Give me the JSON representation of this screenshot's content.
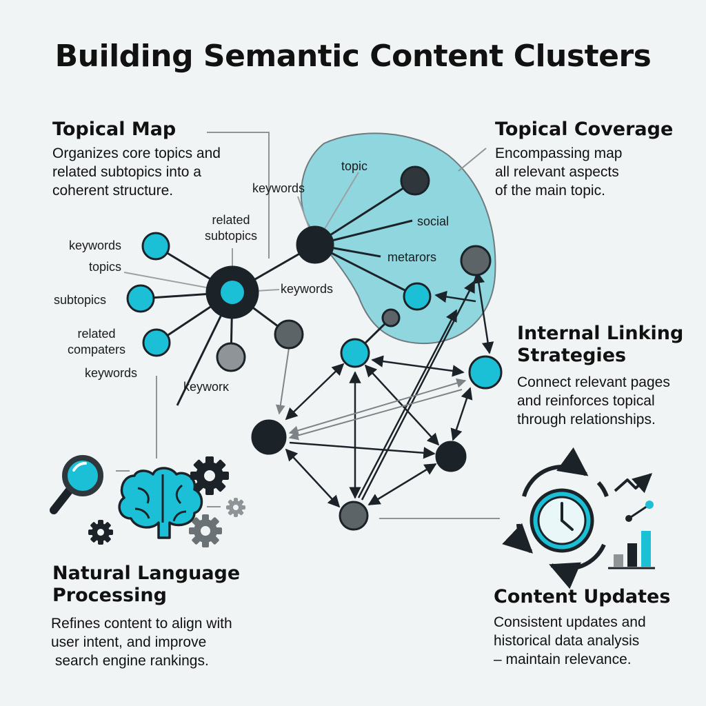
{
  "title": "Building Semantic Content Clusters",
  "sections": {
    "topical_map": {
      "heading": "Topical Map",
      "lines": [
        "Organizes core topics and",
        "related subtopics into a",
        "coherent structure."
      ]
    },
    "topical_coverage": {
      "heading": "Topical Coverage",
      "lines": [
        "Encompassing map",
        "all relevant aspects",
        "of the main topic."
      ]
    },
    "internal_linking": {
      "heading_lines": [
        "Internal Linking",
        "Strategies"
      ],
      "lines": [
        "Connect relevant pages",
        "and reinforces topical",
        "through relationships."
      ]
    },
    "nlp": {
      "heading_lines": [
        "Natural Language",
        "Processing"
      ],
      "lines": [
        "Refines content to align with",
        "user intent, and improve",
        " search engine rankings."
      ]
    },
    "content_updates": {
      "heading": "Content Updates",
      "lines": [
        "Consistent updates and",
        "historical data analysis",
        "– maintain relevance."
      ]
    }
  },
  "node_labels": {
    "keywords_left": "keywords",
    "topics": "topics",
    "subtopics": "subtopics",
    "related_compaters": [
      "related",
      "compaters"
    ],
    "keywords_bottom": "keywords",
    "related_subtopics": [
      "related",
      "subtopics"
    ],
    "keywords_center": "keywords",
    "keywork": "keyworĸ",
    "keywords_top": "keywords",
    "topic": "topic",
    "social": "social",
    "metarors": "metarors"
  },
  "colors": {
    "accent": "#1cc0d6",
    "dark": "#1b2329",
    "gray": "#5d6468",
    "light_gray": "#8e9498",
    "blob": "#8fd6df",
    "background": "#f1f4f5"
  },
  "icons": [
    "magnifier-icon",
    "brain-icon",
    "gear-icon",
    "clock-refresh-icon",
    "trend-chart-icon"
  ]
}
